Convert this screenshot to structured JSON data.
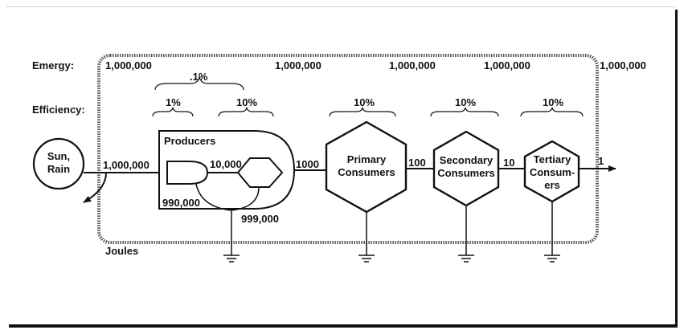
{
  "labels": {
    "emergy": "Emergy:",
    "efficiency": "Efficiency:",
    "joules": "Joules"
  },
  "emergy_values": [
    "1,000,000",
    "1,000,000",
    "1,000,000",
    "1,000,000",
    "1,000,000"
  ],
  "efficiency": {
    "overall": ".1%",
    "values": [
      "1%",
      "10%",
      "10%",
      "10%",
      "10%"
    ]
  },
  "nodes": {
    "source": [
      "Sun,",
      "Rain"
    ],
    "producers": "Producers",
    "primary": [
      "Primary",
      "Consumers"
    ],
    "secondary": [
      "Secondary",
      "Consumers"
    ],
    "tertiary": [
      "Tertiary",
      "Consum-",
      "ers"
    ]
  },
  "flows": {
    "input": "1,000,000",
    "gross": "10,000",
    "net": "1000",
    "to_secondary": "100",
    "to_tertiary": "10",
    "output": "1",
    "loss_gross": "990,000",
    "loss_producers": "999,000"
  }
}
